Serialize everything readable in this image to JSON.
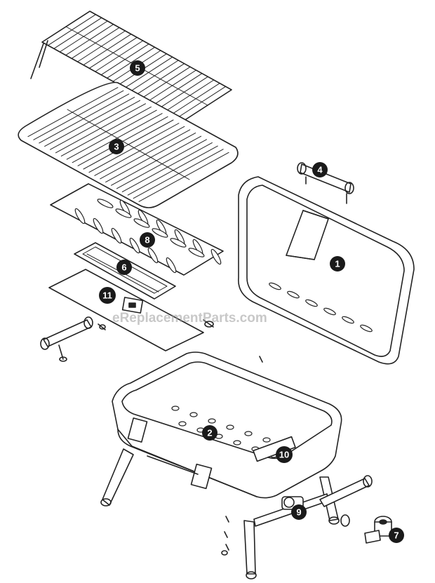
{
  "watermark": "eReplacementParts.com",
  "callouts": [
    {
      "id": "5",
      "label": "5"
    },
    {
      "id": "3",
      "label": "3"
    },
    {
      "id": "4",
      "label": "4"
    },
    {
      "id": "8",
      "label": "8"
    },
    {
      "id": "6",
      "label": "6"
    },
    {
      "id": "1",
      "label": "1"
    },
    {
      "id": "11",
      "label": "11"
    },
    {
      "id": "2",
      "label": "2"
    },
    {
      "id": "10",
      "label": "10"
    },
    {
      "id": "9",
      "label": "9"
    },
    {
      "id": "7",
      "label": "7"
    }
  ],
  "colors": {
    "line": "#222222",
    "callout": "#1a1a1a",
    "watermark": "#9a9a9a"
  }
}
